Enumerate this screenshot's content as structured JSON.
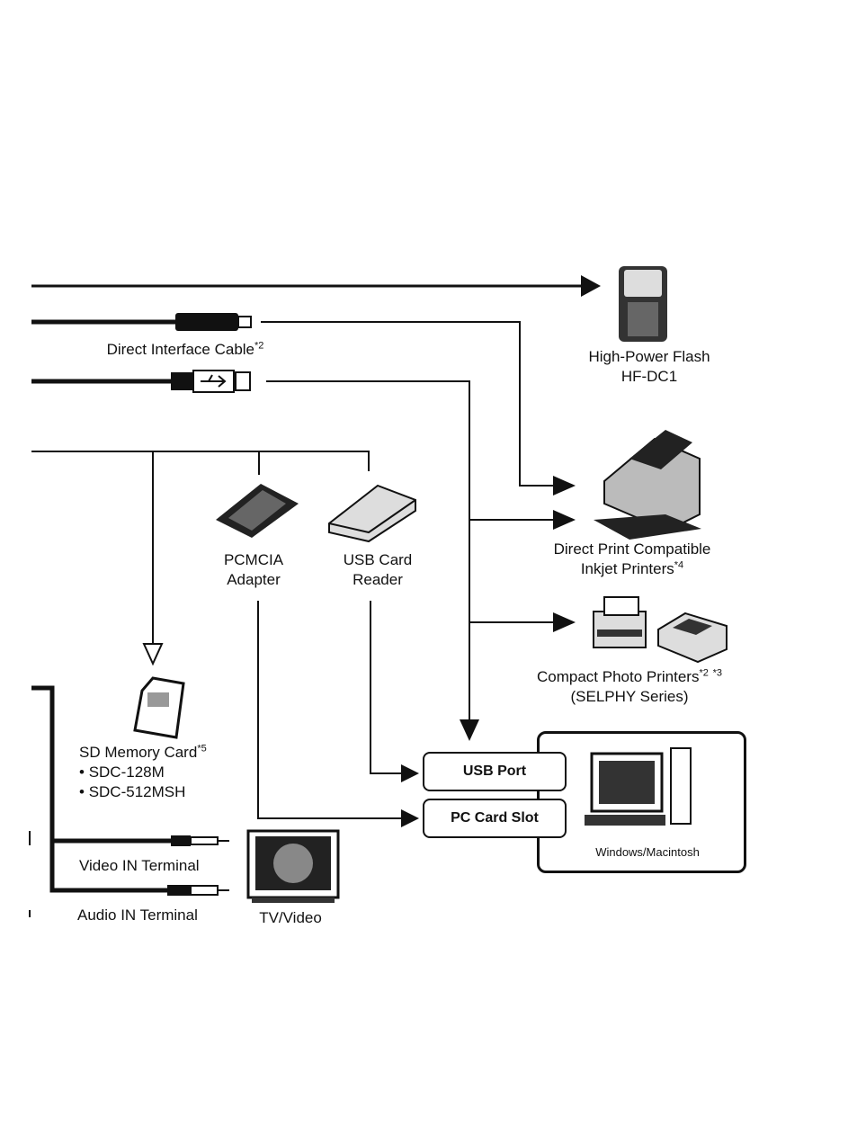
{
  "diagram": {
    "devices": {
      "flash": {
        "line1": "High-Power Flash",
        "line2": "HF-DC1"
      },
      "direct_cable": {
        "label": "Direct Interface Cable",
        "note": "*2"
      },
      "inkjet": {
        "line1": "Direct Print Compatible",
        "line2": "Inkjet Printers",
        "note": "*4"
      },
      "compact_printers": {
        "line1": "Compact Photo Printers",
        "note1": "*2",
        "note2": "*3",
        "line2": "(SELPHY Series)"
      },
      "pcmcia": {
        "line1": "PCMCIA",
        "line2": "Adapter"
      },
      "usb_reader": {
        "line1": "USB Card",
        "line2": "Reader"
      },
      "sd_card": {
        "title": "SD Memory Card",
        "note": "*5",
        "models": [
          "SDC-128M",
          "SDC-512MSH"
        ]
      },
      "computer": {
        "label": "Windows/Macintosh"
      },
      "tv": {
        "label": "TV/Video"
      }
    },
    "ports": {
      "usb_port": "USB Port",
      "pc_card_slot": "PC Card Slot"
    },
    "terminals": {
      "video": "Video IN Terminal",
      "audio": "Audio IN Terminal"
    },
    "bullet": "•"
  }
}
